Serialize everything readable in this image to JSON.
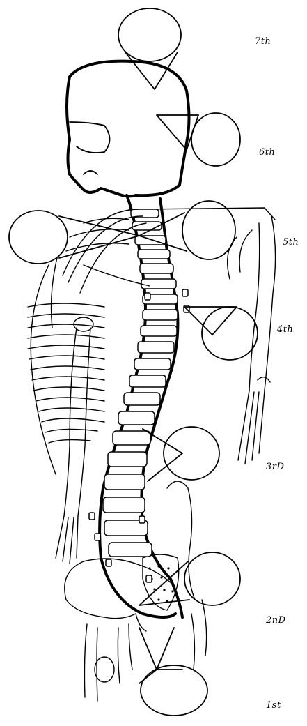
{
  "chakra_labels": [
    {
      "key": "seventh",
      "text": "7th"
    },
    {
      "key": "sixth",
      "text": "6th"
    },
    {
      "key": "fifth",
      "text": "5th"
    },
    {
      "key": "fourth",
      "text": "4th"
    },
    {
      "key": "third",
      "text": "3rD"
    },
    {
      "key": "second",
      "text": "2nD"
    },
    {
      "key": "first",
      "text": "1st"
    }
  ]
}
